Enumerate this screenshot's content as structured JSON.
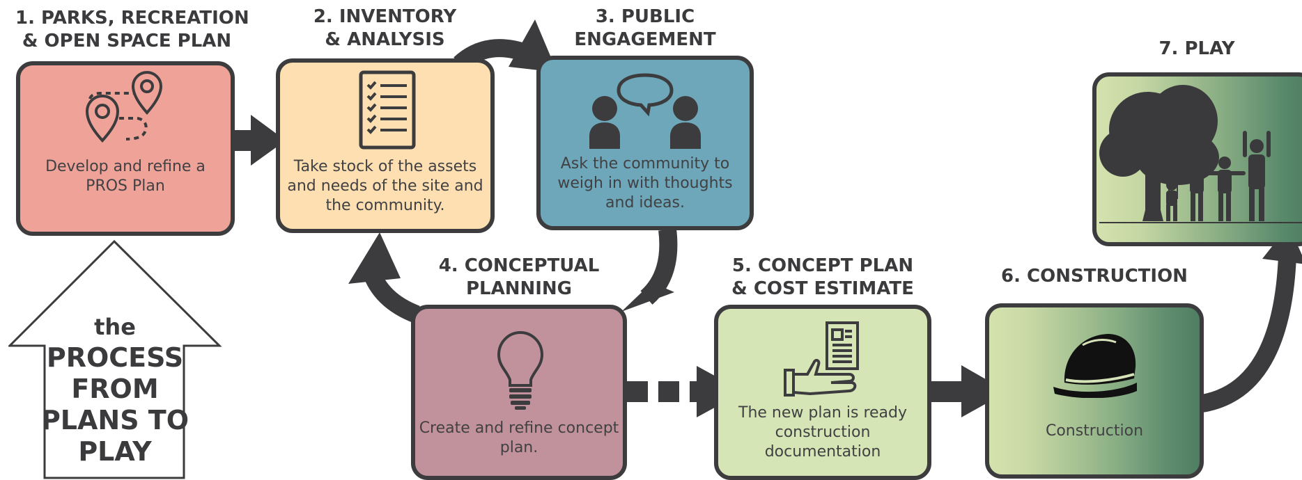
{
  "steps": [
    {
      "title_lines": [
        "1. PARKS, RECREATION",
        "& OPEN SPACE PLAN"
      ],
      "text_lines": [
        "Develop and refine a",
        "PROS Plan"
      ],
      "icon": "map-pins-icon",
      "color": "#efa398"
    },
    {
      "title_lines": [
        "2. INVENTORY",
        "& ANALYSIS"
      ],
      "text_lines": [
        "Take stock of the assets",
        "and needs of the site and",
        "the community."
      ],
      "icon": "checklist-icon",
      "color": "#fddfb1"
    },
    {
      "title_lines": [
        "3. PUBLIC",
        "ENGAGEMENT"
      ],
      "text_lines": [
        "Ask the community to",
        "weigh in with thoughts",
        "and ideas."
      ],
      "icon": "people-talking-icon",
      "color": "#6ea7ba"
    },
    {
      "title_lines": [
        "4. CONCEPTUAL",
        "PLANNING"
      ],
      "text_lines": [
        "Create and refine concept",
        "plan."
      ],
      "icon": "lightbulb-icon",
      "color": "#c1929b"
    },
    {
      "title_lines": [
        "5. CONCEPT PLAN",
        "& COST ESTIMATE"
      ],
      "text_lines": [
        "The new plan is ready",
        "construction",
        "documentation"
      ],
      "icon": "hand-document-icon",
      "color": "#d6e5b6"
    },
    {
      "title_lines": [
        "6. CONSTRUCTION"
      ],
      "text_lines": [
        "Construction"
      ],
      "icon": "hard-hat-icon",
      "color": "#a9c494"
    },
    {
      "title_lines": [
        "7. PLAY"
      ],
      "text_lines": [],
      "icon": "tree-children-icon",
      "color": "#86ac83"
    }
  ],
  "process": {
    "small": "the",
    "lines": [
      "PROCESS",
      "FROM",
      "PLANS TO",
      "PLAY"
    ]
  },
  "colors": {
    "outline": "#3c3c3e",
    "text": "#3b3b3d"
  }
}
